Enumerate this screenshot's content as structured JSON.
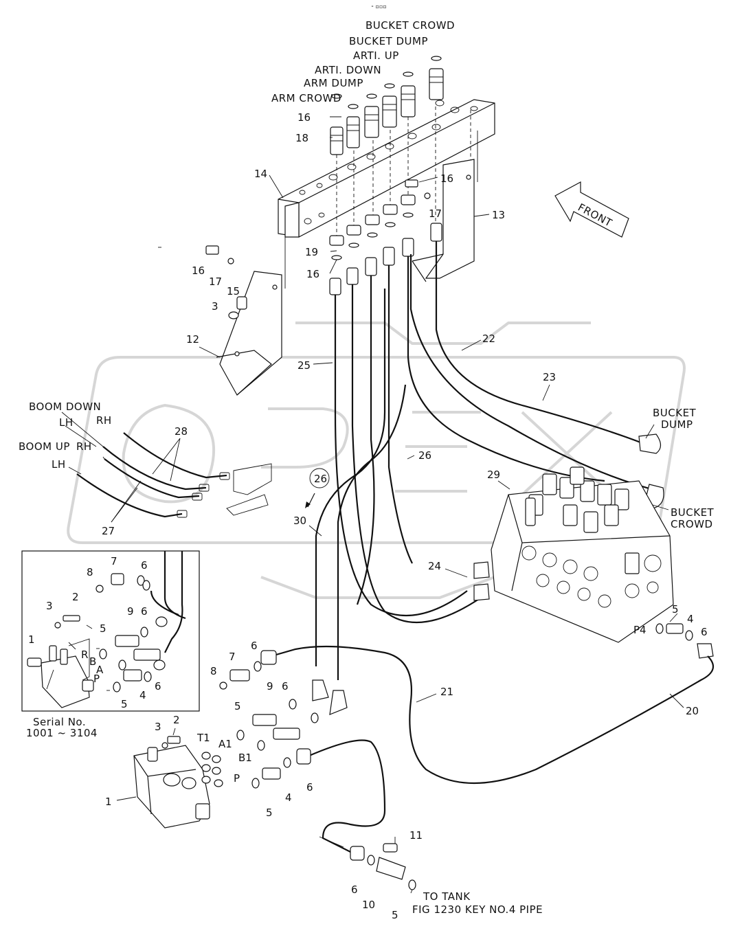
{
  "header": {
    "mark": "⁃ ▫▫▫"
  },
  "hose_labels": {
    "bucket_crowd": "BUCKET  CROWD",
    "bucket_dump": "BUCKET  DUMP",
    "arti_up": "ARTI.  UP",
    "arti_down": "ARTI.  DOWN",
    "arm_dump": "ARM  DUMP",
    "arm_crowd": "ARM  CROWD",
    "boom_down": "BOOM DOWN",
    "boom_up": "BOOM UP",
    "lh_1": "LH",
    "rh_1": "RH",
    "lh_2": "LH",
    "rh_2": "RH",
    "bucket_dump_right_1": "BUCKET",
    "bucket_dump_right_2": "DUMP",
    "bucket_crowd_right_1": "BUCKET",
    "bucket_crowd_right_2": "CROWD",
    "front": "FRONT",
    "to_tank_1": "TO TANK",
    "to_tank_2": "FIG 1230 KEY NO.4 PIPE"
  },
  "inset": {
    "serial_1": "Serial No.",
    "serial_2": "1001 ~ 3104"
  },
  "port_labels": {
    "t1": "T1",
    "a1": "A1",
    "b1": "B1",
    "p": "P",
    "r": "R",
    "b": "B",
    "a": "A",
    "p_inset": "P",
    "p4": "P4"
  },
  "callouts": {
    "c16a": "16",
    "c18": "18",
    "c14": "14",
    "c16b": "16",
    "c17a": "17",
    "c13": "13",
    "c19": "19",
    "c16c": "16",
    "c16d": "16",
    "c17b": "17",
    "c15": "15",
    "c3a": "3",
    "c12": "12",
    "c25": "25",
    "c22": "22",
    "c23": "23",
    "c28": "28",
    "c26": "26",
    "c26b": "26",
    "c29": "29",
    "c27": "27",
    "c30": "30",
    "c24": "24",
    "c5a": "5",
    "c4a": "4",
    "c6a": "6",
    "c20": "20",
    "c21": "21",
    "c7a": "7",
    "c8a": "8",
    "c6b": "6",
    "c2a": "2",
    "c3b": "3",
    "c1a": "1",
    "c9a": "9",
    "c6c": "6",
    "c5b": "5",
    "c6d": "6",
    "c4b": "4",
    "c5c": "5",
    "c7b": "7",
    "c6e": "6",
    "c8b": "8",
    "c9b": "9",
    "c6f": "6",
    "c5d": "5",
    "c3c": "3",
    "c2b": "2",
    "c1b": "1",
    "c4c": "4",
    "c6g": "6",
    "c5e": "5",
    "c11": "11",
    "c6h": "6",
    "c10": "10",
    "c5f": "5"
  }
}
